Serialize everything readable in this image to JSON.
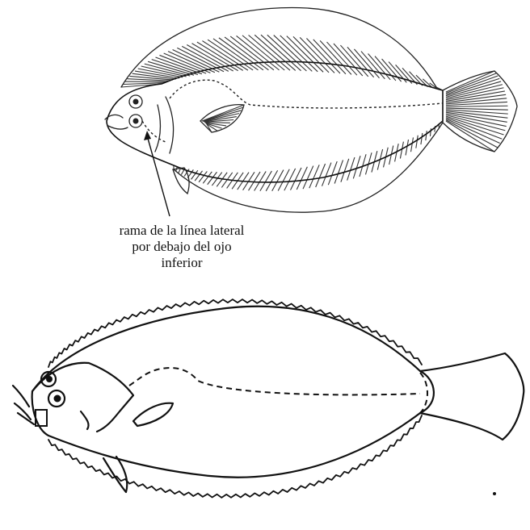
{
  "annotation": {
    "line1": "rama de la línea lateral",
    "line2": "por debajo del ojo",
    "line3": "inferior"
  }
}
